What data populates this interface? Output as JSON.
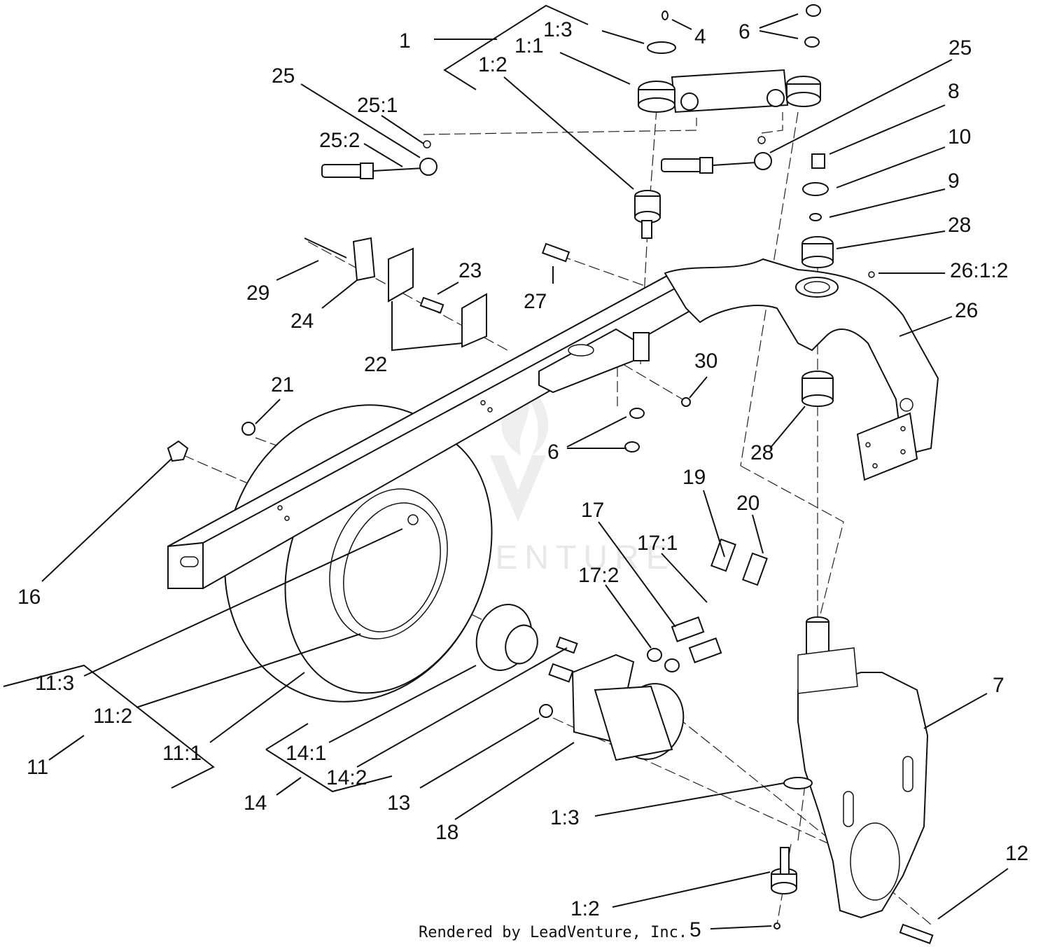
{
  "callouts": [
    {
      "id": "c-1a",
      "text": "1"
    },
    {
      "id": "c-1-3a",
      "text": "1:3"
    },
    {
      "id": "c-1-1",
      "text": "1:1"
    },
    {
      "id": "c-1-2a",
      "text": "1:2"
    },
    {
      "id": "c-4",
      "text": "4"
    },
    {
      "id": "c-6a",
      "text": "6"
    },
    {
      "id": "c-25a",
      "text": "25"
    },
    {
      "id": "c-25-1",
      "text": "25:1"
    },
    {
      "id": "c-25-2",
      "text": "25:2"
    },
    {
      "id": "c-25b",
      "text": "25"
    },
    {
      "id": "c-8",
      "text": "8"
    },
    {
      "id": "c-10",
      "text": "10"
    },
    {
      "id": "c-9",
      "text": "9"
    },
    {
      "id": "c-28a",
      "text": "28"
    },
    {
      "id": "c-26-1-2",
      "text": "26:1:2"
    },
    {
      "id": "c-26",
      "text": "26"
    },
    {
      "id": "c-23",
      "text": "23"
    },
    {
      "id": "c-27",
      "text": "27"
    },
    {
      "id": "c-29",
      "text": "29"
    },
    {
      "id": "c-24",
      "text": "24"
    },
    {
      "id": "c-22",
      "text": "22"
    },
    {
      "id": "c-30",
      "text": "30"
    },
    {
      "id": "c-21",
      "text": "21"
    },
    {
      "id": "c-6b",
      "text": "6"
    },
    {
      "id": "c-28b",
      "text": "28"
    },
    {
      "id": "c-16",
      "text": "16"
    },
    {
      "id": "c-19",
      "text": "19"
    },
    {
      "id": "c-20",
      "text": "20"
    },
    {
      "id": "c-17",
      "text": "17"
    },
    {
      "id": "c-17-1",
      "text": "17:1"
    },
    {
      "id": "c-17-2",
      "text": "17:2"
    },
    {
      "id": "c-7",
      "text": "7"
    },
    {
      "id": "c-11-3",
      "text": "11:3"
    },
    {
      "id": "c-11-2",
      "text": "11:2"
    },
    {
      "id": "c-11-1",
      "text": "11:1"
    },
    {
      "id": "c-11",
      "text": "11"
    },
    {
      "id": "c-14-1",
      "text": "14:1"
    },
    {
      "id": "c-14-2",
      "text": "14:2"
    },
    {
      "id": "c-14",
      "text": "14"
    },
    {
      "id": "c-13",
      "text": "13"
    },
    {
      "id": "c-18",
      "text": "18"
    },
    {
      "id": "c-1-3b",
      "text": "1:3"
    },
    {
      "id": "c-12",
      "text": "12"
    },
    {
      "id": "c-1-2b",
      "text": "1:2"
    },
    {
      "id": "c-5",
      "text": "5"
    }
  ],
  "footer": {
    "text": "Rendered by LeadVenture, Inc."
  },
  "watermark": {
    "text": "LEADVENTURE"
  }
}
